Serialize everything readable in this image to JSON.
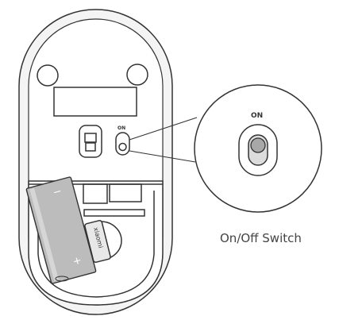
{
  "diagram": {
    "mouse_switch_label": "ON",
    "zoom_switch_label": "ON",
    "caption": "On/Off Switch",
    "battery": {
      "minus_symbol": "−",
      "plus_symbol": "+",
      "brand_text": "xiaomi"
    }
  },
  "colors": {
    "stroke": "#333333",
    "battery_fill": "#bcbcbc",
    "battery_edge": "#8e8e8e",
    "outline_gray": "#cfcfcf",
    "inner_gray": "#e6e6e6"
  }
}
